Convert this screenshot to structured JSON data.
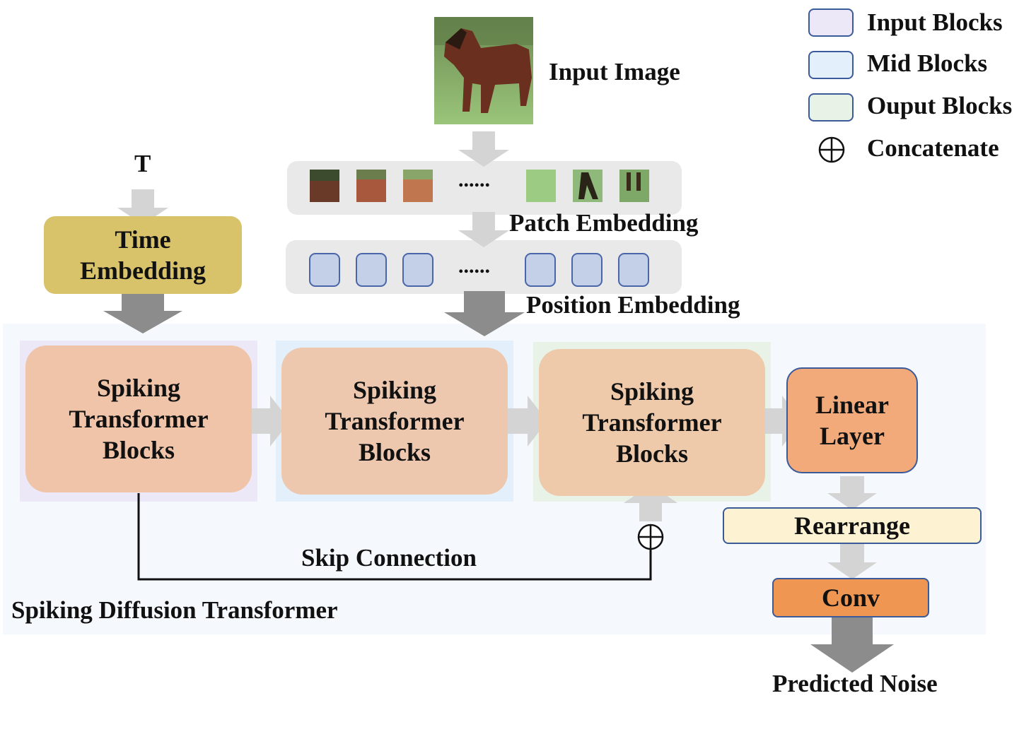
{
  "legend": {
    "items": [
      {
        "label": "Input Blocks",
        "color": "#ece8f8"
      },
      {
        "label": "Mid Blocks",
        "color": "#e3f0fb"
      },
      {
        "label": "Ouput Blocks",
        "color": "#e8f2e6"
      },
      {
        "label": "Concatenate",
        "icon": "concatenate-icon"
      }
    ]
  },
  "input_image_label": "Input Image",
  "time_input_label": "T",
  "time_embedding_label": "Time Embedding",
  "patch_embedding_label": "Patch Embedding",
  "patch_ellipsis": "......",
  "position_embedding_label": "Position Embedding",
  "blocks": [
    {
      "label": "Spiking Transformer Blocks",
      "group": "Input Blocks"
    },
    {
      "label": "Spiking Transformer Blocks",
      "group": "Mid Blocks"
    },
    {
      "label": "Spiking Transformer Blocks",
      "group": "Ouput Blocks"
    }
  ],
  "linear_layer_label": "Linear Layer",
  "rearrange_label": "Rearrange",
  "conv_label": "Conv",
  "predicted_noise_label": "Predicted Noise",
  "skip_connection_label": "Skip Connection",
  "container_label": "Spiking Diffusion Transformer",
  "colors": {
    "time_embedding": "#d9c36a",
    "block_fill": "#f0c4a8",
    "linear_layer": "#f2aa7a",
    "rearrange": "#fdf3d2",
    "conv": "#ef9652",
    "token": "#c3d0e8",
    "token_border": "#4a66a8",
    "arrow_light": "#d4d4d4",
    "arrow_dark": "#8c8c8c",
    "container": "#f5f8fd"
  }
}
